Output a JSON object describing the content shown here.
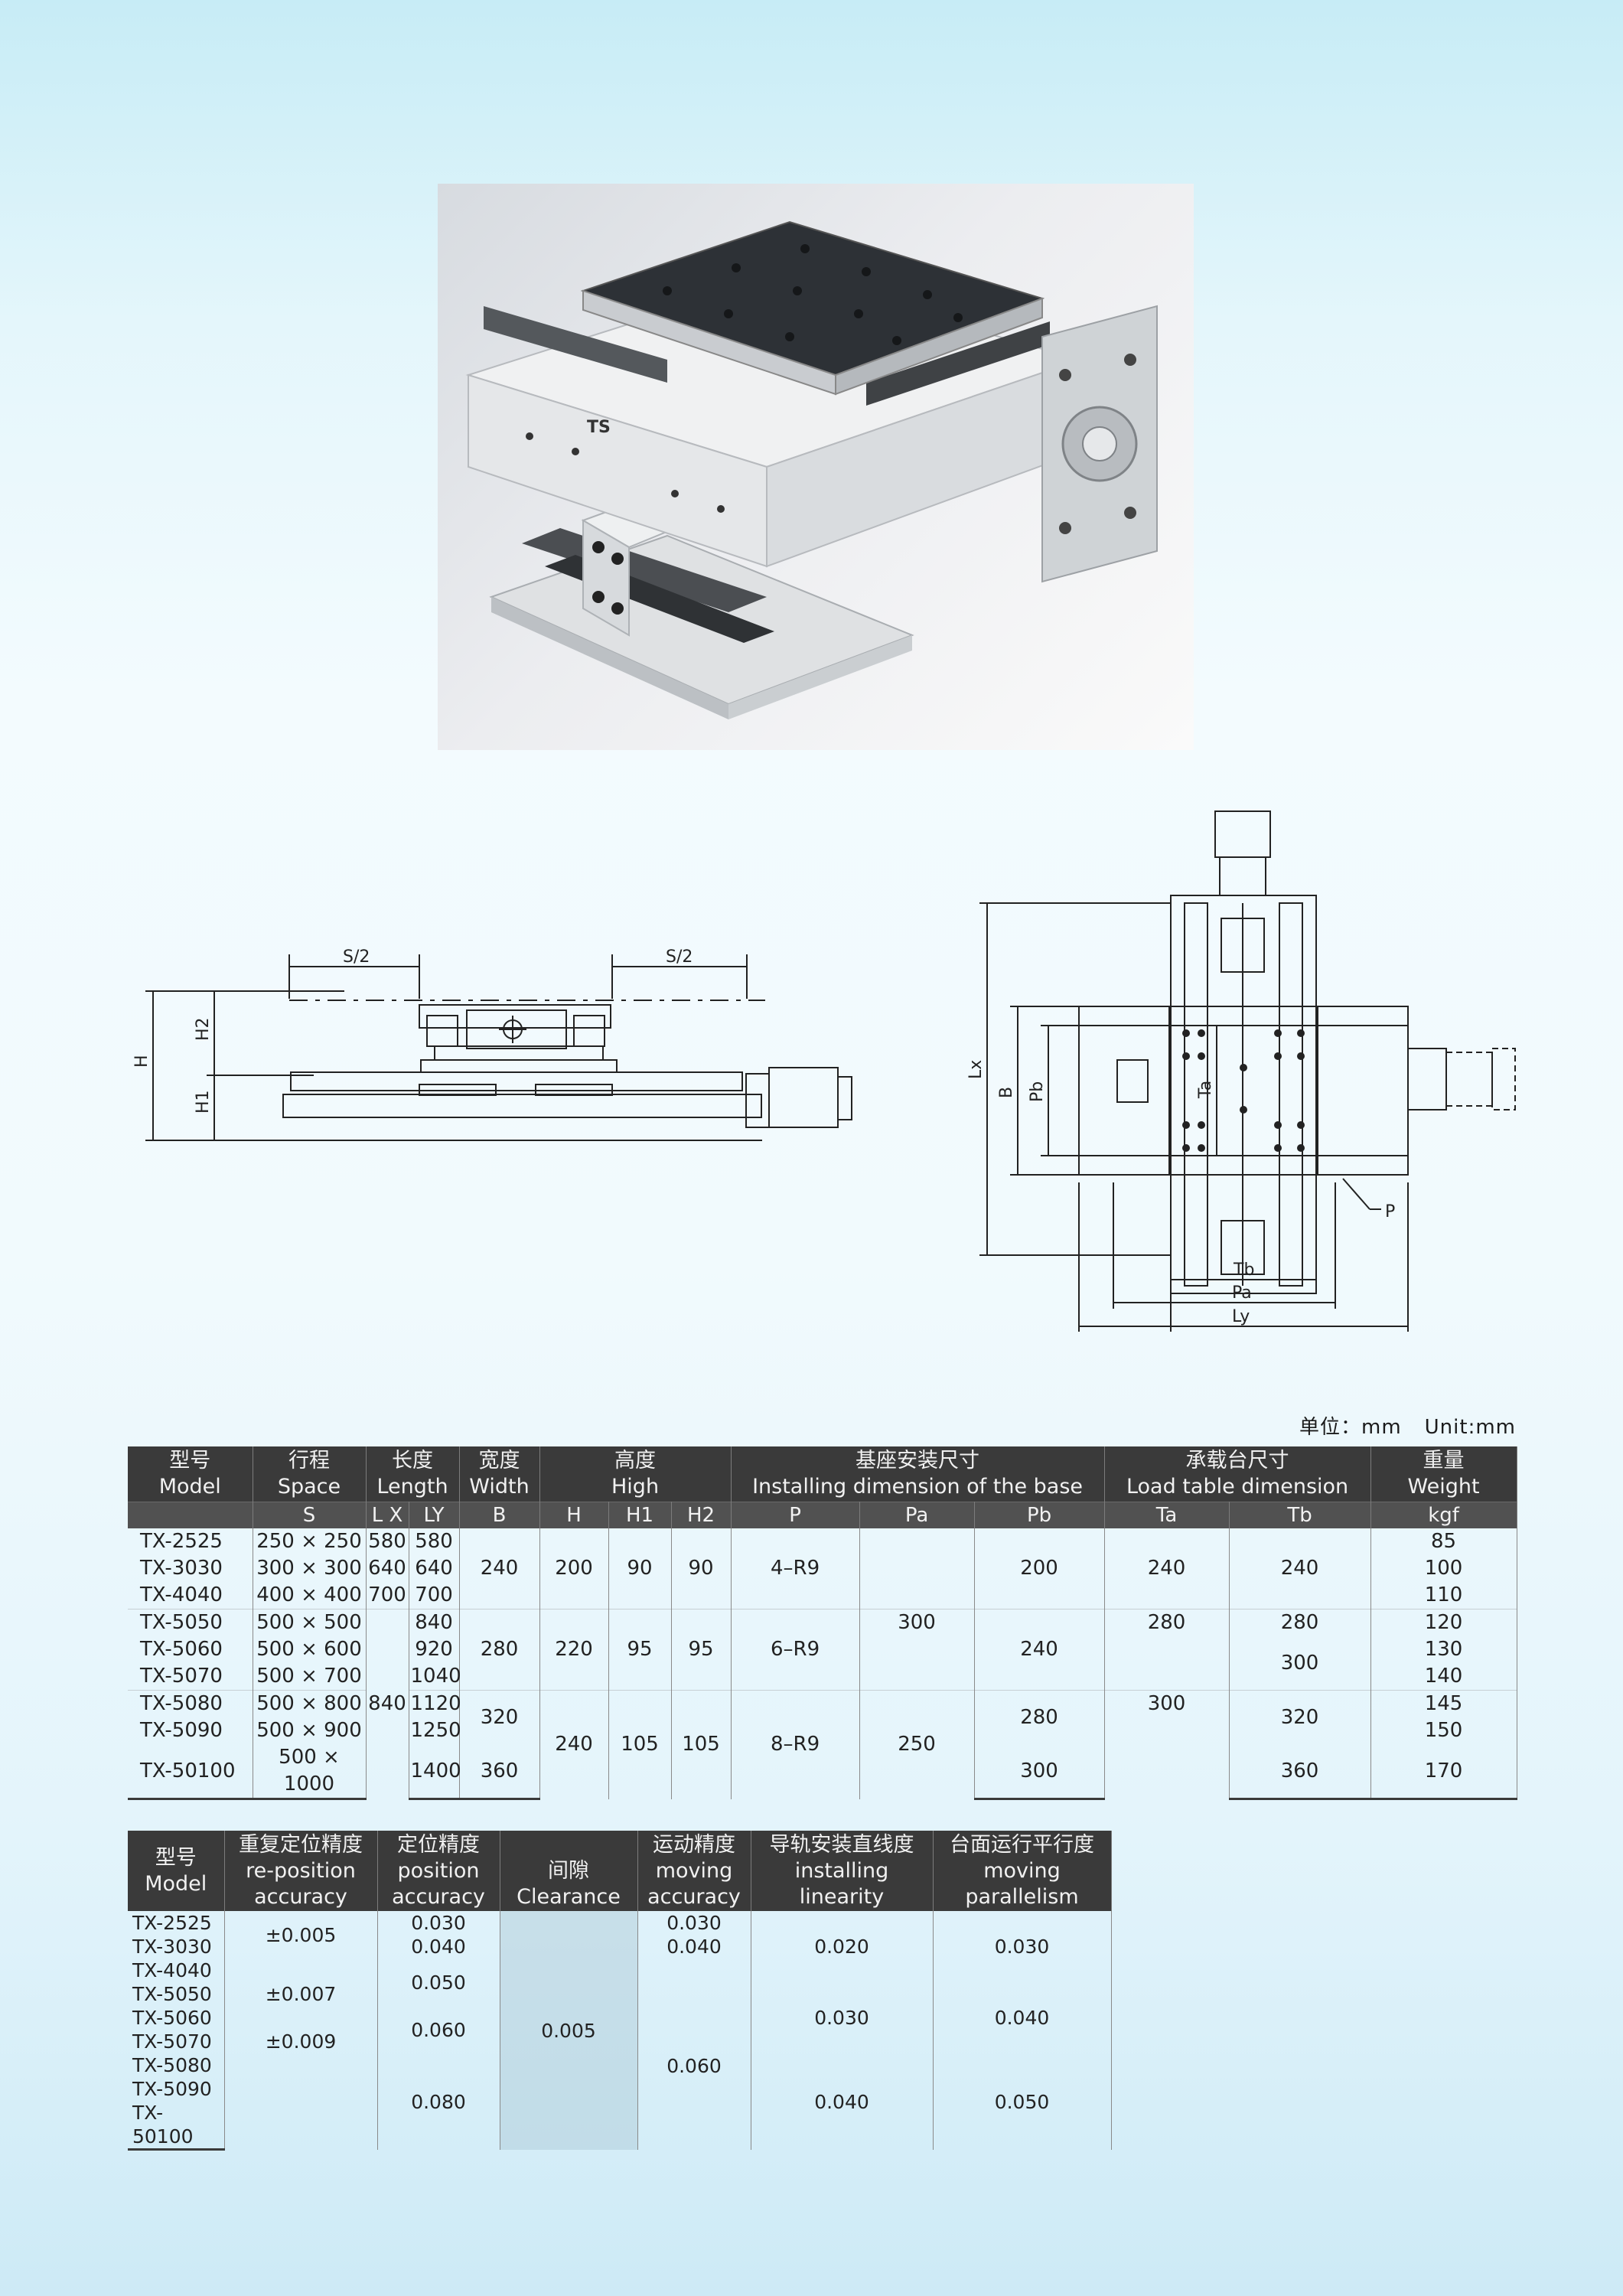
{
  "photo": {
    "label": "TS"
  },
  "side_view": {
    "labels": [
      "S/2",
      "S/2",
      "H",
      "H2",
      "H1"
    ]
  },
  "top_view": {
    "labels": [
      "Lx",
      "B",
      "Pb",
      "Ta",
      "P",
      "Tb",
      "Pa",
      "Ly"
    ]
  },
  "unit_note": {
    "cn": "单位：mm",
    "en": "Unit:mm"
  },
  "table1": {
    "header": {
      "model_cn": "型号",
      "model_en": "Model",
      "space_cn": "行程",
      "space_en": "Space",
      "length_cn": "长度",
      "length_en": "Length",
      "width_cn": "宽度",
      "width_en": "Width",
      "high_cn": "高度",
      "high_en": "High",
      "base_cn": "基座安装尺寸",
      "base_en": "Installing dimension  of the base",
      "load_cn": "承载台尺寸",
      "load_en": "Load table dimension",
      "weight_cn": "重量",
      "weight_en": "Weight"
    },
    "subheader": {
      "s": "S",
      "lx": "L X",
      "ly": "LY",
      "b": "B",
      "h": "H",
      "h1": "H1",
      "h2": "H2",
      "p": "P",
      "pa": "Pa",
      "pb": "Pb",
      "ta": "Ta",
      "tb": "Tb",
      "kgf": "kgf"
    },
    "rows": [
      {
        "model": "TX-2525",
        "s": "250 × 250",
        "lx": "580",
        "ly": "580",
        "kgf": "85"
      },
      {
        "model": "TX-3030",
        "s": "300 × 300",
        "lx": "640",
        "ly": "640",
        "kgf": "100"
      },
      {
        "model": "TX-4040",
        "s": "400 × 400",
        "lx": "700",
        "ly": "700",
        "kgf": "110"
      },
      {
        "model": "TX-5050",
        "s": "500 × 500",
        "lx": "",
        "ly": "840",
        "kgf": "120"
      },
      {
        "model": "TX-5060",
        "s": "500 × 600",
        "lx": "",
        "ly": "920",
        "kgf": "130"
      },
      {
        "model": "TX-5070",
        "s": "500 × 700",
        "lx": "840",
        "ly": "1040",
        "kgf": "140"
      },
      {
        "model": "TX-5080",
        "s": "500 × 800",
        "lx": "",
        "ly": "1120",
        "kgf": "145"
      },
      {
        "model": "TX-5090",
        "s": "500 × 900",
        "lx": "",
        "ly": "1250",
        "kgf": "150"
      },
      {
        "model": "TX-50100",
        "s": "500 × 1000",
        "lx": "",
        "ly": "1400",
        "kgf": "170"
      }
    ],
    "merged": {
      "b1": "240",
      "h_1": "200",
      "h1_1": "90",
      "h2_1": "90",
      "p1": "4–R9",
      "pb1": "200",
      "ta1": "240",
      "tb1": "240",
      "pa1": "300",
      "ta2": "280",
      "tb2": "280",
      "b2": "280",
      "h_2": "220",
      "h1_2": "95",
      "h2_2": "95",
      "p2": "6–R9",
      "pb2": "240",
      "tb3": "300",
      "b3": "320",
      "ta3": "300",
      "h_3": "240",
      "h1_3": "105",
      "h2_3": "105",
      "pb3": "280",
      "tb4": "320",
      "p3": "8–R9",
      "pa2": "250",
      "b4": "360",
      "pb4": "300",
      "tb5": "360"
    }
  },
  "table2": {
    "header": {
      "model_cn": "型号",
      "model_en": "Model",
      "rep_cn": "重复定位精度",
      "rep_en1": "re-position",
      "rep_en2": "accuracy",
      "pos_cn": "定位精度",
      "pos_en1": "position",
      "pos_en2": "accuracy",
      "clr_cn": "间隙",
      "clr_en": "Clearance",
      "mov_cn": "运动精度",
      "mov_en1": "moving",
      "mov_en2": "accuracy",
      "lin_cn": "导轨安装直线度",
      "lin_en1": "installing",
      "lin_en2": "linearity",
      "par_cn": "台面运行平行度",
      "par_en1": "moving",
      "par_en2": "parallelism"
    },
    "models": [
      "TX-2525",
      "TX-3030",
      "TX-4040",
      "TX-5050",
      "TX-5060",
      "TX-5070",
      "TX-5080",
      "TX-5090",
      "TX-50100"
    ],
    "rep": [
      "±0.005",
      "±0.007",
      "±0.009"
    ],
    "pos": [
      "0.030",
      "0.040",
      "0.050",
      "0.060",
      "0.080"
    ],
    "clearance": "0.005",
    "mov": [
      "0.030",
      "0.040",
      "0.060"
    ],
    "lin": [
      "0.020",
      "0.030",
      "0.040"
    ],
    "par": [
      "0.030",
      "0.040",
      "0.050"
    ]
  }
}
